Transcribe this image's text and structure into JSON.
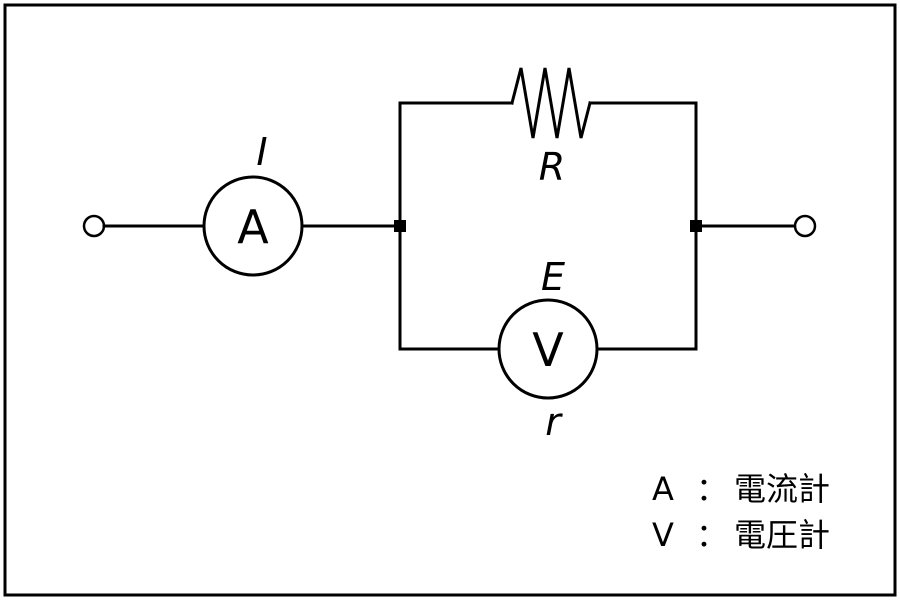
{
  "labels": {
    "ammeter_symbol": "A",
    "voltmeter_symbol": "V",
    "current": "I",
    "resistance": "R",
    "voltage": "E",
    "internal_resistance": "r"
  },
  "legend": {
    "ammeter": {
      "symbol": "A",
      "sep": "：",
      "text": "電流計"
    },
    "voltmeter": {
      "symbol": "V",
      "sep": "：",
      "text": "電圧計"
    }
  }
}
